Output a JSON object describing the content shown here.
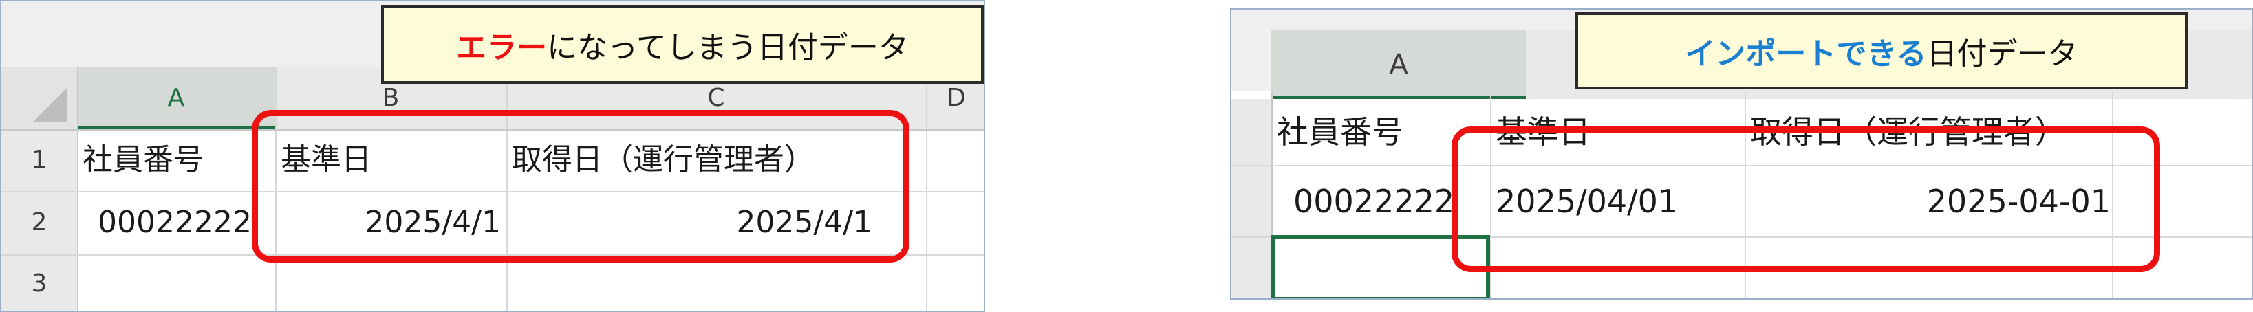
{
  "left": {
    "callout_red": "エラー",
    "callout_rest": "になってしまう日付データ",
    "col_headers": [
      "A",
      "B",
      "C",
      "D"
    ],
    "row_numbers": [
      "1",
      "2",
      "3"
    ],
    "row1": [
      "社員番号",
      "基準日",
      "取得日（運行管理者）"
    ],
    "row2": [
      "00022222",
      "2025/4/1",
      "2025/4/1"
    ]
  },
  "right": {
    "callout_blue": "インポートできる",
    "callout_rest": "日付データ",
    "col_headers": [
      "A"
    ],
    "row1": [
      "社員番号",
      "基準日",
      "取得日（運行管理者）"
    ],
    "row2": [
      "00022222",
      "2025/04/01",
      "2025-04-01"
    ]
  },
  "colors": {
    "error_red": "#ee1111",
    "import_blue": "#1a7fd0",
    "selection_green": "#1e7145"
  }
}
